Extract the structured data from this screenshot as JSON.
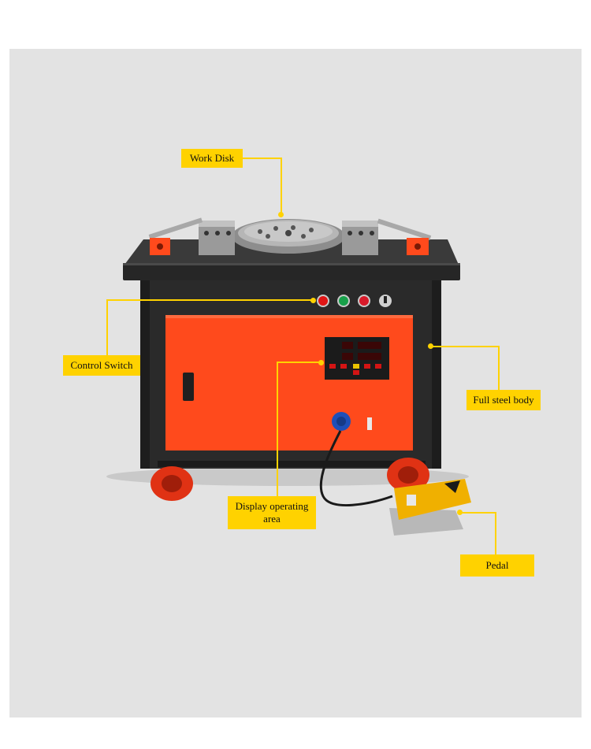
{
  "callouts": {
    "work_disk": "Work Disk",
    "control_switch": "Control Switch",
    "full_steel_body": "Full steel body",
    "display_operating_area_line1": "Display operating",
    "display_operating_area_line2": "area",
    "pedal": "Pedal"
  },
  "colors": {
    "background_panel": "#e3e3e3",
    "label_fill": "#ffd200",
    "machine_orange": "#ff4a1c",
    "machine_body": "#2b2b2b"
  }
}
